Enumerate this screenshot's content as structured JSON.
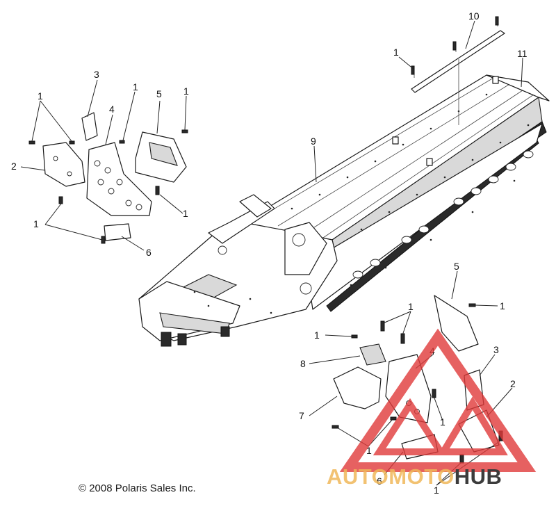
{
  "copyright": "© 2008 Polaris Sales Inc.",
  "watermark": {
    "prefix": "AUTOMOTO",
    "suffix": "HUB",
    "prefix_color": "#f0b85a",
    "suffix_color": "#3c3c3c",
    "triangle_color": "#e03a3a"
  },
  "callouts": {
    "c1a": "1",
    "c1b": "1",
    "c1c": "1",
    "c1d": "1",
    "c1e": "1",
    "c1f": "1",
    "c1g": "1",
    "c1h": "1",
    "c1i": "1",
    "c1j": "1",
    "c1k": "1",
    "c1l": "1",
    "c2a": "2",
    "c2b": "2",
    "c3a": "3",
    "c3b": "3",
    "c4a": "4",
    "c4b": "4",
    "c5a": "5",
    "c5b": "5",
    "c6a": "6",
    "c6b": "6",
    "c7": "7",
    "c8": "8",
    "c9": "9",
    "c10": "10",
    "c11": "11"
  }
}
